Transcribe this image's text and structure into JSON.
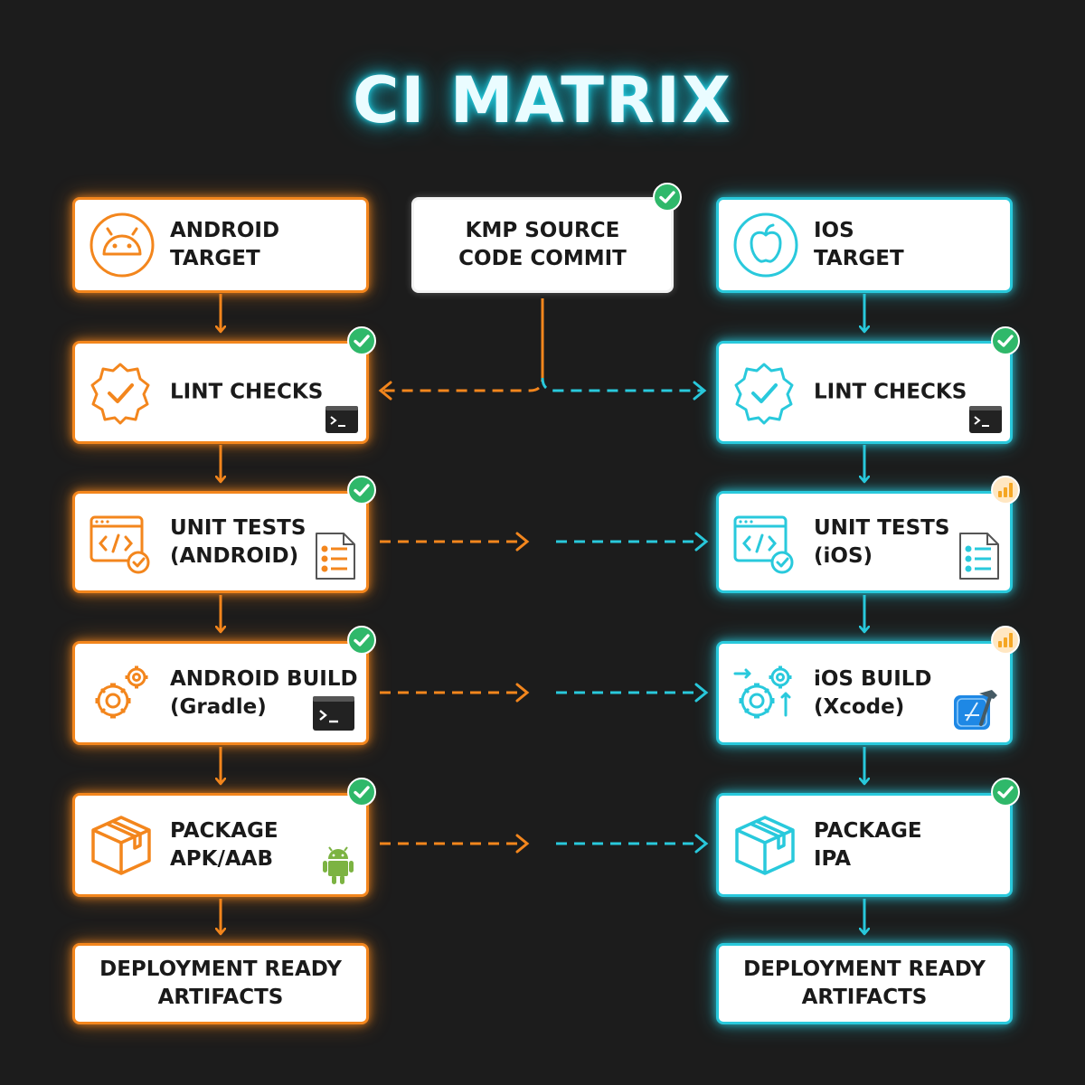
{
  "title": "CI MATRIX",
  "source": {
    "line1": "KMP SOURCE",
    "line2": "CODE COMMIT"
  },
  "android": {
    "target": {
      "line1": "ANDROID",
      "line2": "TARGET"
    },
    "lint": {
      "line1": "LINT CHECKS"
    },
    "tests": {
      "line1": "UNIT TESTS",
      "line2": "(ANDROID)"
    },
    "build": {
      "line1": "ANDROID BUILD",
      "line2": "(Gradle)"
    },
    "package": {
      "line1": "PACKAGE",
      "line2": "APK/AAB"
    },
    "deploy": {
      "line1": "DEPLOYMENT READY",
      "line2": "ARTIFACTS"
    }
  },
  "ios": {
    "target": {
      "line1": "IOS",
      "line2": "TARGET"
    },
    "lint": {
      "line1": "LINT CHECKS"
    },
    "tests": {
      "line1": "UNIT TESTS",
      "line2": "(iOS)"
    },
    "build": {
      "line1": "iOS BUILD",
      "line2": "(Xcode)"
    },
    "package": {
      "line1": "PACKAGE",
      "line2": "IPA"
    },
    "deploy": {
      "line1": "DEPLOYMENT READY",
      "line2": "ARTIFACTS"
    }
  },
  "statuses": {
    "source": "passed",
    "android_lint": "passed",
    "android_tests": "passed",
    "android_build": "passed",
    "android_package": "passed",
    "ios_lint": "passed",
    "ios_tests": "in-progress",
    "ios_build": "in-progress",
    "ios_package": "passed"
  },
  "colors": {
    "android": "#f3861d",
    "ios": "#29c9dc",
    "passed": "#2fb86a",
    "in_progress": "#f5a623",
    "background": "#1c1c1c"
  },
  "icons": {
    "android_target": "android-head-icon",
    "ios_target": "apple-logo-icon",
    "lint": "badge-check-icon",
    "tests": "code-window-check-icon",
    "build": "gears-icon",
    "package": "package-box-icon",
    "terminal": "terminal-icon",
    "report": "checklist-document-icon",
    "xcode": "xcode-icon",
    "android_robot": "android-robot-icon"
  }
}
